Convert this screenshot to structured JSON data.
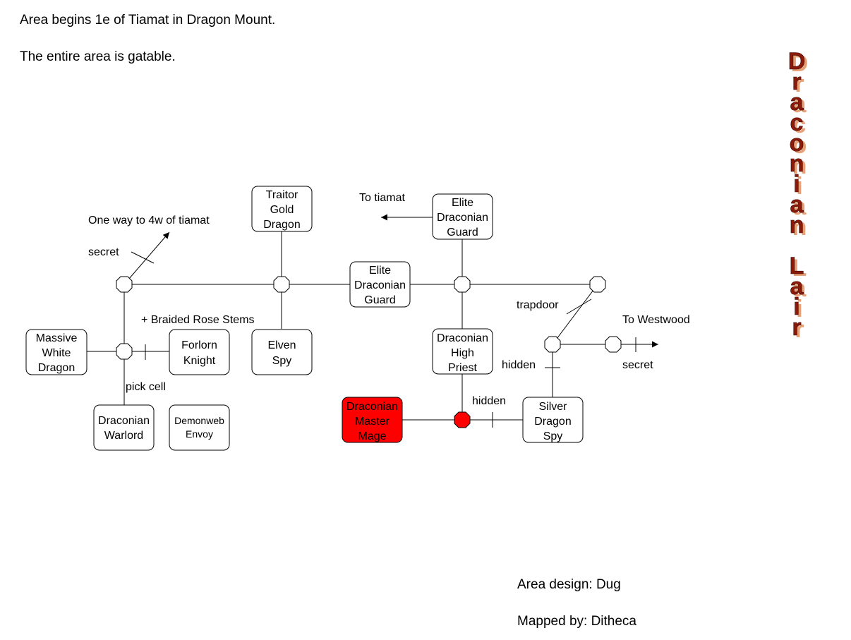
{
  "notes": {
    "start": "Area begins 1e of Tiamat in Dragon Mount.",
    "gatable": "The entire area is gatable.",
    "design": "Area design: Dug",
    "mapped": "Mapped by: Ditheca"
  },
  "title_letters": [
    "D",
    "r",
    "a",
    "c",
    "o",
    "n",
    "i",
    "a",
    "n",
    "",
    "L",
    "a",
    "i",
    "r"
  ],
  "colors": {
    "highlight": "#ff0000",
    "title_fill": "#8b1a0a",
    "title_shade": "#e8a077"
  },
  "rooms": {
    "traitor": [
      "Traitor",
      "Gold",
      "Dragon"
    ],
    "elite_top": [
      "Elite",
      "Draconian",
      "Guard"
    ],
    "elite_mid": [
      "Elite",
      "Draconian",
      "Guard"
    ],
    "massive": [
      "Massive",
      "White",
      "Dragon"
    ],
    "forlorn": [
      "Forlorn",
      "Knight"
    ],
    "elven": [
      "Elven",
      "Spy"
    ],
    "priest": [
      "Draconian",
      "High",
      "Priest"
    ],
    "warlord": [
      "Draconian",
      "Warlord"
    ],
    "demonweb": [
      "Demonweb",
      "Envoy"
    ],
    "mage": [
      "Draconian",
      "Master",
      "Mage"
    ],
    "silver": [
      "Silver",
      "Dragon",
      "Spy"
    ]
  },
  "labels": {
    "oneway": "One way to 4w of tiamat",
    "secret1": "secret",
    "totiamat": "To tiamat",
    "braided": "+ Braided Rose Stems",
    "pickcell": "pick cell",
    "trapdoor": "trapdoor",
    "towestwood": "To Westwood",
    "hidden1": "hidden",
    "secret2": "secret",
    "hidden2": "hidden"
  }
}
